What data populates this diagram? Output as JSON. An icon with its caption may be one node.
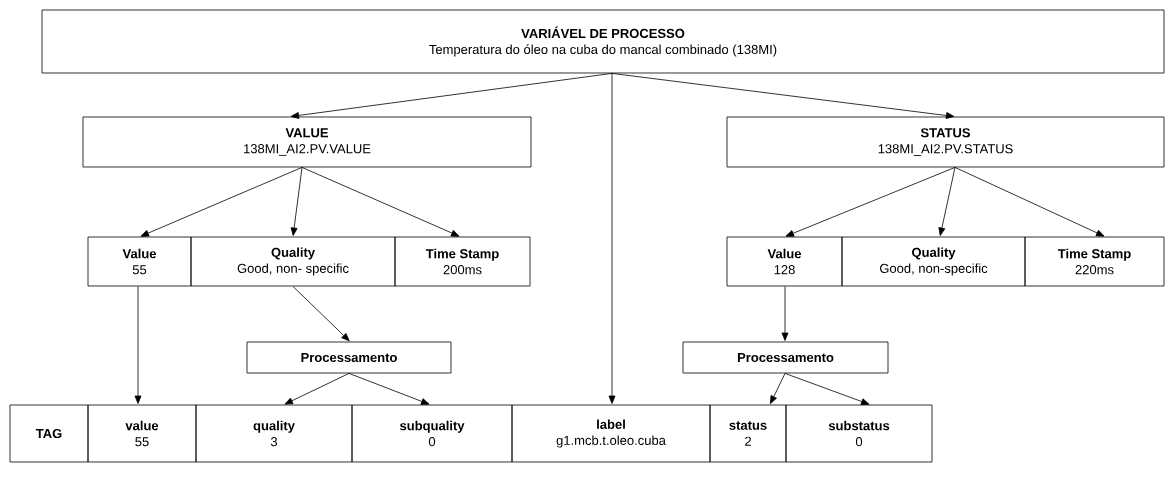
{
  "diagram": {
    "nodes": [
      {
        "text": [
          "VARIÁVEL DE PROCESSO",
          "Temperatura do óleo na cuba do mancal combinado (138MI)"
        ]
      },
      {
        "text": [
          "VALUE",
          "138MI_AI2.PV.VALUE"
        ]
      },
      {
        "text": [
          "STATUS",
          "138MI_AI2.PV.STATUS"
        ]
      },
      {
        "text": [
          "Value",
          "55"
        ]
      },
      {
        "text": [
          "Quality",
          "Good, non- specific"
        ]
      },
      {
        "text": [
          "Time Stamp",
          "200ms"
        ]
      },
      {
        "text": [
          "Value",
          "128"
        ]
      },
      {
        "text": [
          "Quality",
          "Good, non-specific"
        ]
      },
      {
        "text": [
          "Time Stamp",
          "220ms"
        ]
      },
      {
        "text": [
          "Processamento"
        ]
      },
      {
        "text": [
          "Processamento"
        ]
      },
      {
        "text": [
          "TAG"
        ]
      },
      {
        "text": [
          "value",
          "55"
        ]
      },
      {
        "text": [
          "quality",
          "3"
        ]
      },
      {
        "text": [
          "subquality",
          "0"
        ]
      },
      {
        "text": [
          "label",
          "g1.mcb.t.oleo.cuba"
        ]
      },
      {
        "text": [
          "status",
          "2"
        ]
      },
      {
        "text": [
          "substatus",
          "0"
        ]
      }
    ],
    "edges": [
      {
        "from": 0,
        "to": 1,
        "arrow": "to"
      },
      {
        "from": 0,
        "to": 15,
        "arrow": "to"
      },
      {
        "from": 0,
        "to": 2,
        "arrow": "to"
      },
      {
        "from": 1,
        "to": 3,
        "arrow": "to"
      },
      {
        "from": 1,
        "to": 4,
        "arrow": "to"
      },
      {
        "from": 1,
        "to": 5,
        "arrow": "to"
      },
      {
        "from": 2,
        "to": 6,
        "arrow": "to"
      },
      {
        "from": 2,
        "to": 7,
        "arrow": "to"
      },
      {
        "from": 2,
        "to": 8,
        "arrow": "to"
      },
      {
        "from": 3,
        "to": 12,
        "arrow": "to"
      },
      {
        "from": 4,
        "to": 9,
        "arrow": "to"
      },
      {
        "from": 6,
        "to": 10,
        "arrow": "to"
      },
      {
        "from": 9,
        "to": 13,
        "arrow": "to"
      },
      {
        "from": 9,
        "to": 14,
        "arrow": "to"
      },
      {
        "from": 10,
        "to": 16,
        "arrow": "to"
      },
      {
        "from": 10,
        "to": 17,
        "arrow": "to"
      }
    ]
  }
}
